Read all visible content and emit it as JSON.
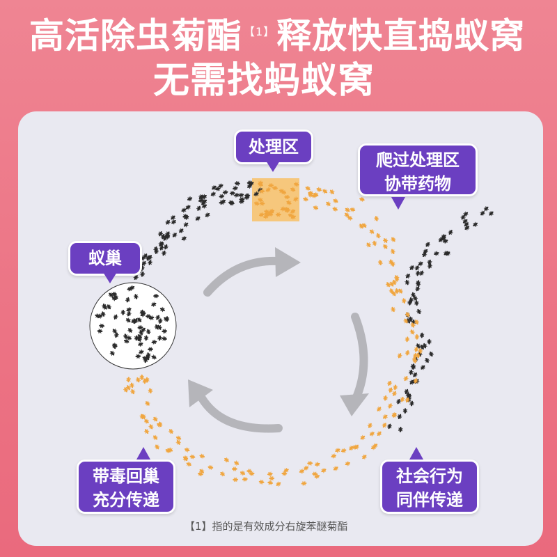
{
  "headline": {
    "line1_part1": "高活除虫菊酯",
    "footnote_mark": "【1】",
    "line1_part2": "释放快直捣蚁窝",
    "line2": "无需找蚂蚁窝"
  },
  "labels": {
    "treatment_zone": "处理区",
    "crawl_line1": "爬过处理区",
    "crawl_line2": "协带药物",
    "nest": "蚁巢",
    "social_line1": "社会行为",
    "social_line2": "同伴传递",
    "return_line1": "带毒回巢",
    "return_line2": "充分传递"
  },
  "footnote": "【1】指的是有效成分右旋苯醚菊酯",
  "colors": {
    "background": "#ec7384",
    "card": "#e9e9f1",
    "bubble": "#6b3fc1",
    "treatment_zone": "#f6c77c",
    "ant_dark": "#2b2b2b",
    "ant_orange": "#f0a640",
    "arrow": "#b5b5ba"
  }
}
